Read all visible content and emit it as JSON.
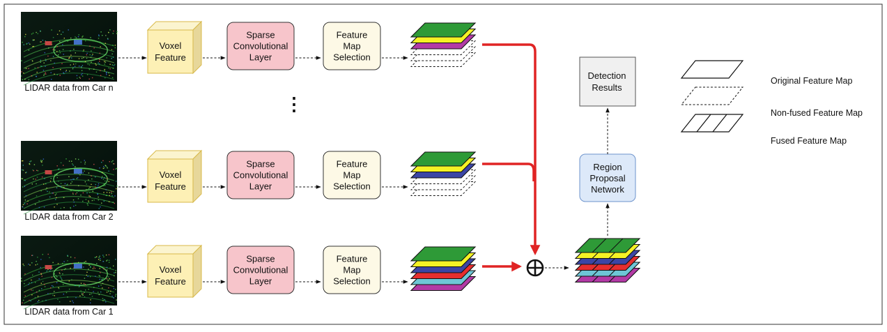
{
  "pipelines": [
    {
      "source_label": "LIDAR data from Car n",
      "voxel": [
        "Voxel",
        "Feature"
      ],
      "sparse": [
        "Sparse",
        "Convolutional",
        "Layer"
      ],
      "selection": [
        "Feature",
        "Map",
        "Selection"
      ]
    },
    {
      "source_label": "LIDAR data from Car 2",
      "voxel": [
        "Voxel",
        "Feature"
      ],
      "sparse": [
        "Sparse",
        "Convolutional",
        "Layer"
      ],
      "selection": [
        "Feature",
        "Map",
        "Selection"
      ]
    },
    {
      "source_label": "LIDAR data from Car 1",
      "voxel": [
        "Voxel",
        "Feature"
      ],
      "sparse": [
        "Sparse",
        "Convolutional",
        "Layer"
      ],
      "selection": [
        "Feature",
        "Map",
        "Selection"
      ]
    }
  ],
  "ellipsis": "⋮",
  "fusion_symbol": "⊕",
  "rpn": [
    "Region",
    "Proposal",
    "Network"
  ],
  "detection": [
    "Detection",
    "Results"
  ],
  "legend": {
    "original": "Original Feature Map",
    "nonfused": "Non-fused Feature Map",
    "fused": "Fused Feature Map"
  },
  "colors": {
    "voxel_front": "#fdf0b5",
    "voxel_side": "#e7d79a",
    "voxel_stroke": "#d8b94a",
    "sparse_fill": "#f7c5cb",
    "selection_fill": "#fdf9e6",
    "rpn_fill": "#dde9f9",
    "rpn_stroke": "#6d93cc",
    "detection_fill": "#f0f0f0",
    "red_arrow": "#e02424",
    "green": "#2e9a37",
    "yellow": "#f5f225",
    "purple": "#b23aa5",
    "blue": "#3b45a5",
    "red": "#e62e2e",
    "cyan": "#6ec6d6",
    "magenta": "#b23aa5"
  }
}
